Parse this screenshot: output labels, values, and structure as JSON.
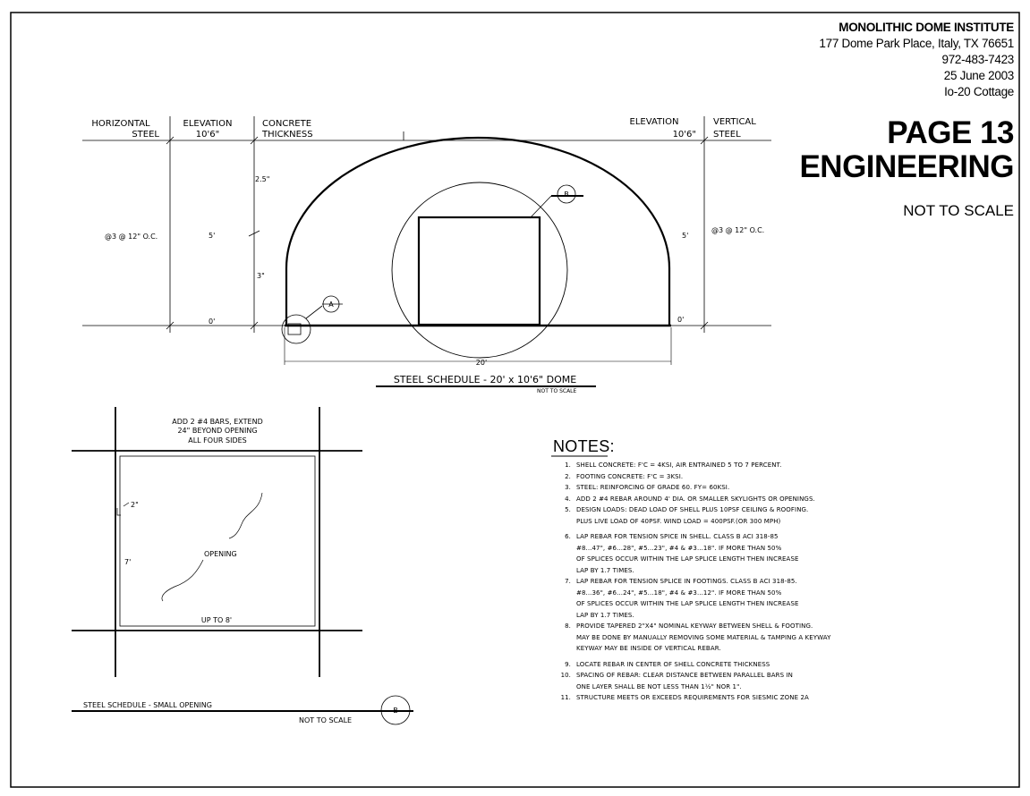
{
  "title_block": {
    "organization": "MONOLITHIC DOME INSTITUTE",
    "address": "177 Dome Park Place, Italy, TX 76651",
    "phone": "972-483-7423",
    "date": "25 June 2003",
    "project": "Io-20 Cottage"
  },
  "page": {
    "heading_line1": "PAGE 13",
    "heading_line2": "ENGINEERING",
    "scale_note": "NOT TO SCALE"
  },
  "elevation_view": {
    "col_horizontal_steel": [
      "HORIZONTAL",
      "STEEL"
    ],
    "col_elevation_left": [
      "ELEVATION",
      "10'6\""
    ],
    "col_concrete_thickness": [
      "CONCRETE",
      "THICKNESS"
    ],
    "col_elevation_right": [
      "ELEVATION",
      "10'6\""
    ],
    "col_vertical_steel": [
      "VERTICAL",
      "STEEL"
    ],
    "horizontal_steel_spec": "@3 @ 12\" O.C.",
    "vertical_steel_spec": "@3 @ 12\" O.C.",
    "elev_mid_left": "5'",
    "elev_base_left": "0'",
    "elev_mid_right": "5'",
    "elev_base_right": "0'",
    "thickness_top": "2.5\"",
    "thickness_bottom": "3\"",
    "detail_a": "A",
    "detail_b": "B",
    "span_dimension": "20'",
    "caption": "STEEL SCHEDULE - 20' x 10'6\" DOME",
    "caption_scale": "NOT TO SCALE"
  },
  "opening_detail": {
    "note_lines": [
      "ADD 2 #4 BARS, EXTEND",
      "24\" BEYOND OPENING",
      "ALL FOUR SIDES"
    ],
    "cover_dim": "2\"",
    "height_dim": "7'",
    "opening_label": "OPENING",
    "width_dim": "UP TO 8'",
    "caption": "STEEL SCHEDULE - SMALL OPENING",
    "caption_scale": "NOT TO SCALE",
    "detail_b": "B"
  },
  "notes": {
    "title": "NOTES:",
    "items": [
      {
        "num": "1.",
        "lines": [
          "SHELL CONCRETE:  F'C = 4KSI, AIR ENTRAINED 5 TO 7 PERCENT."
        ]
      },
      {
        "num": "2.",
        "lines": [
          "FOOTING CONCRETE:  F'C = 3KSI."
        ]
      },
      {
        "num": "3.",
        "lines": [
          "STEEL:  REINFORCING OF GRADE 60.  FY= 60KSI."
        ]
      },
      {
        "num": "4.",
        "lines": [
          "ADD 2 #4 REBAR AROUND 4' DIA. OR SMALLER SKYLIGHTS OR OPENINGS."
        ]
      },
      {
        "num": "5.",
        "lines": [
          "DESIGN LOADS:  DEAD LOAD OF SHELL PLUS 10PSF CEILING & ROOFING.",
          "PLUS LIVE LOAD OF 40PSF.  WIND LOAD = 400PSF.(OR 300 MPH)"
        ]
      },
      {
        "num": "6.",
        "lines": [
          "LAP REBAR FOR TENSION SPICE IN SHELL.  CLASS B ACI 318-85",
          "#8...47\", #6...28\", #5...23\", #4 & #3...18\".  IF MORE THAN 50%",
          "OF SPLICES OCCUR WITHIN THE LAP SPLICE LENGTH THEN INCREASE",
          "LAP BY 1.7 TIMES."
        ]
      },
      {
        "num": "7.",
        "lines": [
          "LAP REBAR FOR TENSION SPLICE IN FOOTINGS.  CLASS B ACI 318-85.",
          "#8...36\", #6...24\", #5...18\", #4 & #3...12\".  IF MORE THAN 50%",
          "OF SPLICES OCCUR WITHIN THE LAP SPLICE LENGTH THEN INCREASE",
          "LAP BY 1.7 TIMES."
        ]
      },
      {
        "num": "8.",
        "lines": [
          "PROVIDE TAPERED 2\"X4\" NOMINAL KEYWAY BETWEEN SHELL & FOOTING.",
          "MAY BE DONE BY MANUALLY REMOVING SOME MATERIAL & TAMPING A KEYWAY",
          "KEYWAY MAY BE INSIDE OF VERTICAL REBAR."
        ]
      },
      {
        "num": "9.",
        "lines": [
          "LOCATE REBAR IN CENTER OF SHELL CONCRETE THICKNESS"
        ]
      },
      {
        "num": "10.",
        "lines": [
          "SPACING OF REBAR:  CLEAR DISTANCE BETWEEN PARALLEL BARS IN",
          "ONE LAYER SHALL BE NOT LESS THAN 1½\" NOR 1\"."
        ]
      },
      {
        "num": "11.",
        "lines": [
          "STRUCTURE MEETS OR EXCEEDS REQUIREMENTS FOR SIESMIC ZONE 2A"
        ]
      }
    ]
  }
}
